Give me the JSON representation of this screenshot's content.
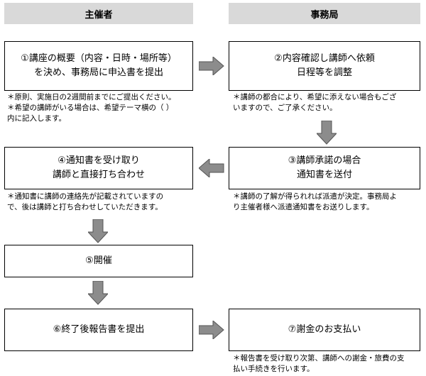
{
  "headers": {
    "organizer": "主催者",
    "office": "事務局"
  },
  "steps": {
    "s1": {
      "line1": "①講座の概要（内容・日時・場所等）",
      "line2": "を決め、事務局に申込書を提出"
    },
    "s2": {
      "line1": "②内容確認し講師へ依頼",
      "line2": "日程等を調整"
    },
    "s3": {
      "line1": "③講師承諾の場合",
      "line2": "通知書を送付"
    },
    "s4": {
      "line1": "④通知書を受け取り",
      "line2": "講師と直接打ち合わせ"
    },
    "s5": {
      "line1": "⑤開催"
    },
    "s6": {
      "line1": "⑥終了後報告書を提出"
    },
    "s7": {
      "line1": "⑦謝金のお支払い"
    }
  },
  "notes": {
    "n1": [
      "＊原則、実施日の2週間前までにご提出ください。",
      "＊希望の講師がいる場合は、希望テーマ横の（ ）",
      "内に記入します。"
    ],
    "n2": [
      "＊講師の都合により、希望に添えない場合もござ",
      "いますので、ご了承ください。"
    ],
    "n3": [
      "＊講師の了解が得られれば派遣が決定。事務局よ",
      "り主催者様へ派遣通知書をお送りします。"
    ],
    "n4": [
      "＊通知書に講師の連絡先が記載されていますの",
      "で、後は講師と打ち合わせしていただきます。"
    ],
    "n7": [
      "＊報告書を受け取り次第、講師への謝金・旅費の支",
      "払い手続きを行います。"
    ]
  }
}
